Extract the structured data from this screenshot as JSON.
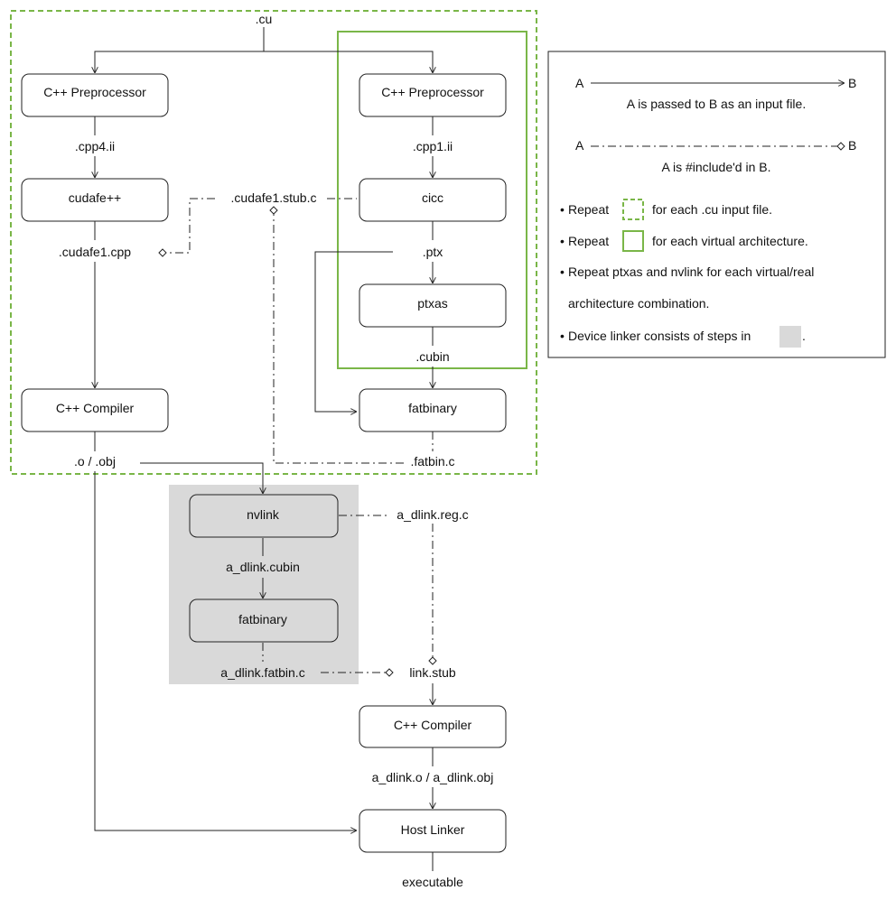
{
  "colors": {
    "green": "#7ab648",
    "gray_region": "#d9d9d9",
    "line": "#222222"
  },
  "nodes": {
    "cpp_pre_left": "C++ Preprocessor",
    "cudafe": "cudafe++",
    "cpp_compiler_left": "C++ Compiler",
    "cpp_pre_right": "C++ Preprocessor",
    "cicc": "cicc",
    "ptxas": "ptxas",
    "fatbinary_top": "fatbinary",
    "nvlink": "nvlink",
    "fatbinary_dlink": "fatbinary",
    "cpp_compiler_bottom": "C++ Compiler",
    "host_linker": "Host Linker"
  },
  "labels": {
    "cu": ".cu",
    "cpp4": ".cpp4.ii",
    "cudafe1_cpp": ".cudafe1.cpp",
    "cudafe1_stub": ".cudafe1.stub.c",
    "cpp1": ".cpp1.ii",
    "ptx": ".ptx",
    "cubin": ".cubin",
    "fatbin_c": ".fatbin.c",
    "obj": ".o / .obj",
    "dlink_reg": "a_dlink.reg.c",
    "dlink_cubin": "a_dlink.cubin",
    "dlink_fatbin": "a_dlink.fatbin.c",
    "link_stub": "link.stub",
    "dlink_obj": "a_dlink.o / a_dlink.obj",
    "executable": "executable"
  },
  "legend": {
    "a1": "A",
    "b1": "B",
    "desc1": "A is passed to B as an input file.",
    "a2": "A",
    "b2": "B",
    "desc2": "A is #include'd in B.",
    "bullet": "•",
    "repeat1": "Repeat",
    "repeat1_tail": "for each .cu input file.",
    "repeat2": "Repeat",
    "repeat2_tail": "for each virtual architecture.",
    "note3_line1": "Repeat ptxas and nvlink for each virtual/real",
    "note3_line2": "architecture combination.",
    "note4": "Device linker consists of steps in",
    "note4_tail": "."
  }
}
